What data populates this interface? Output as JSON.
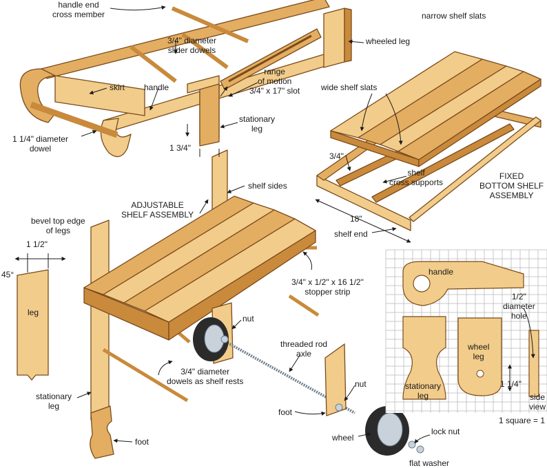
{
  "labels": {
    "handle_end_cross_member": "handle end\ncross member",
    "narrow_shelf_slats": "narrow shelf slats",
    "slider_dowels": "3/4\" diameter\nslider dowels",
    "wheeled_leg": "wheeled leg",
    "range_of_motion": "range\nof motion\n3/4\" x 17\" slot",
    "skirt": "skirt",
    "handle_top": "handle",
    "wide_shelf_slats": "wide shelf slats",
    "dowel_1_1_4": "1 1/4\" diameter\ndowel",
    "stationary_leg_top": "stationary\nleg",
    "dim_1_3_4": "1 3/4\"",
    "dim_3_4": "3/4\"",
    "shelf_cross_supports": "shelf\ncross supports",
    "fixed_bottom_shelf": "FIXED\nBOTTOM SHELF\nASSEMBLY",
    "shelf_sides": "shelf sides",
    "adjustable_shelf": "ADJUSTABLE\nSHELF ASSEMBLY",
    "dim_18": "18\"",
    "shelf_end": "shelf end",
    "bevel_top_edge": "bevel top edge\nof legs",
    "dim_1_1_2": "1 1/2\"",
    "angle_45": "45°",
    "leg": "leg",
    "stopper_strip": "3/4\" x 1/2\" x 16 1/2\"\nstopper strip",
    "handle_grid": "handle",
    "nut_top": "nut",
    "half_inch_hole": "1/2\"\ndiameter\nhole",
    "threaded_rod_axle": "threaded rod\naxle",
    "wheel_leg_grid": "wheel\nleg",
    "dowels_shelf_rests": "3/4\" diameter\ndowels as shelf rests",
    "nut_bottom": "nut",
    "stationary_leg_grid": "stationary\nleg",
    "dim_1_1_4": "1 1/4\"",
    "stationary_leg_bottom": "stationary\nleg",
    "foot_mid": "foot",
    "side_view": "side\nview",
    "scale_note": "1 square = 1",
    "foot_bottom": "foot",
    "wheel": "wheel",
    "lock_nut": "lock nut",
    "flat_washer": "flat washer"
  },
  "colors": {
    "wood_light": "#f2cc8a",
    "wood_mid": "#e3ae62",
    "wood_dark": "#c98a3c",
    "outline": "#7a4a1a",
    "grid_line": "#b9b9b9",
    "tire": "#2b2b2b",
    "hub": "#c9d2da",
    "metal": "#6d7f8c"
  }
}
